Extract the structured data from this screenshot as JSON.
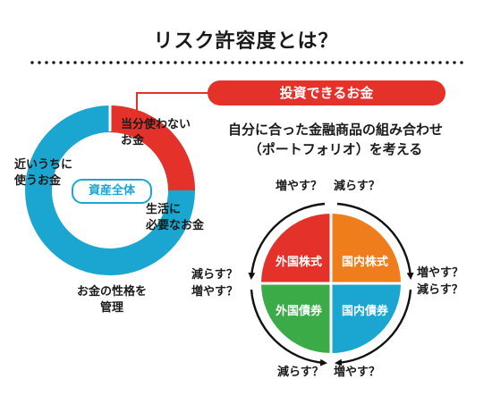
{
  "title": "リスク許容度とは？",
  "badge": "投資できるお金",
  "lead": {
    "line1": "自分に合った金融商品の組み合わせ",
    "line2": "（ポートフォリオ）を考える"
  },
  "donut": {
    "center": "資産全体",
    "segment_red": {
      "line1": "当分使わない",
      "line2": "お金"
    },
    "segment_right": {
      "line1": "生活に",
      "line2": "必要なお金"
    },
    "segment_left": {
      "line1": "近いうちに",
      "line2": "使うお金"
    },
    "caption": {
      "line1": "お金の性格を",
      "line2": "管理"
    }
  },
  "quadrants": {
    "top_left": "外国株式",
    "top_right": "国内株式",
    "bottom_left": "外国債券",
    "bottom_right": "国内債券"
  },
  "arrows": {
    "top_left": "増やす？",
    "top_right": "減らす？",
    "right_top": "増やす？",
    "right_bottom": "減らす？",
    "left_top": "減らす？",
    "left_bottom": "増やす？",
    "bottom_left": "減らす？",
    "bottom_right": "増やす？"
  },
  "colors": {
    "red": "#e4322b",
    "blue": "#1aa6d0",
    "orange": "#ef7d1c",
    "green": "#3bab48"
  }
}
